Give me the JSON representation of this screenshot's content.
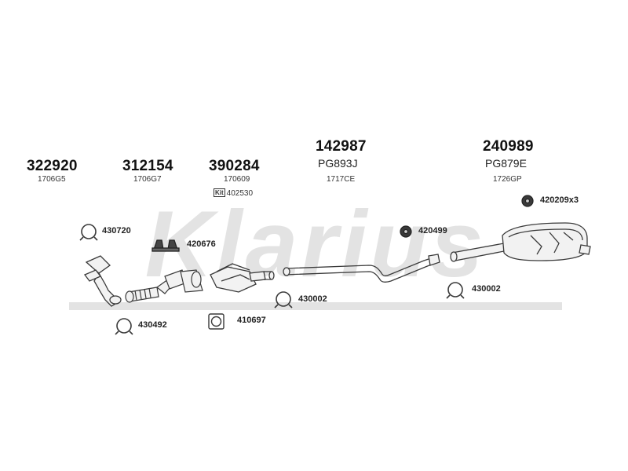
{
  "watermark": "Klarius",
  "parts": {
    "p322920": {
      "number": "322920",
      "code": "1706G5"
    },
    "p312154": {
      "number": "312154",
      "code": "1706G7"
    },
    "p390284": {
      "number": "390284",
      "code": "170609",
      "kit_label": "Kit",
      "kit_number": "402530"
    },
    "p142987": {
      "number": "142987",
      "ref": "PG893J",
      "code": "1717CE"
    },
    "p240989": {
      "number": "240989",
      "ref": "PG879E",
      "code": "1726GP"
    }
  },
  "fittings": {
    "f430720": "430720",
    "f420676": "420676",
    "f430492": "430492",
    "f410697": "410697",
    "f430002a": "430002",
    "f420499": "420499",
    "f430002b": "430002",
    "f420209": "420209x3"
  },
  "colors": {
    "watermark": "#e3e3e3",
    "part_stroke": "#3a3a3a",
    "part_fill": "#f2f2f2",
    "shadow": "#b0b0b0"
  }
}
